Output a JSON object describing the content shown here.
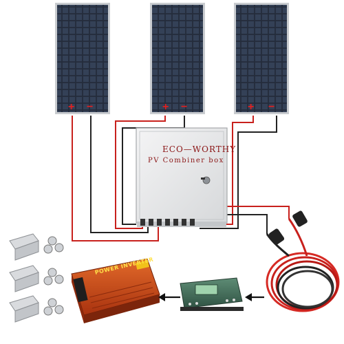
{
  "combiner_box": {
    "brand": "ECO—WORTHY",
    "subtitle": "PV Combiner box"
  },
  "inverter": {
    "label": "POWER INVERTER"
  },
  "panels": [
    {
      "positive": "+",
      "negative": "−"
    },
    {
      "positive": "+",
      "negative": "−"
    },
    {
      "positive": "+",
      "negative": "−"
    }
  ],
  "colors": {
    "panel_cell": "#2a3444",
    "frame": "#c9ccd0",
    "wire_red": "#c8201c",
    "wire_black": "#222222",
    "combiner_body": "#e7e8e9",
    "inverter_body": "#c8401a",
    "controller_body": "#3f6a57"
  },
  "icons": [
    "arrow-left-icon",
    "arrow-left-icon",
    "arrow-left-icon",
    "key-lock-icon"
  ]
}
